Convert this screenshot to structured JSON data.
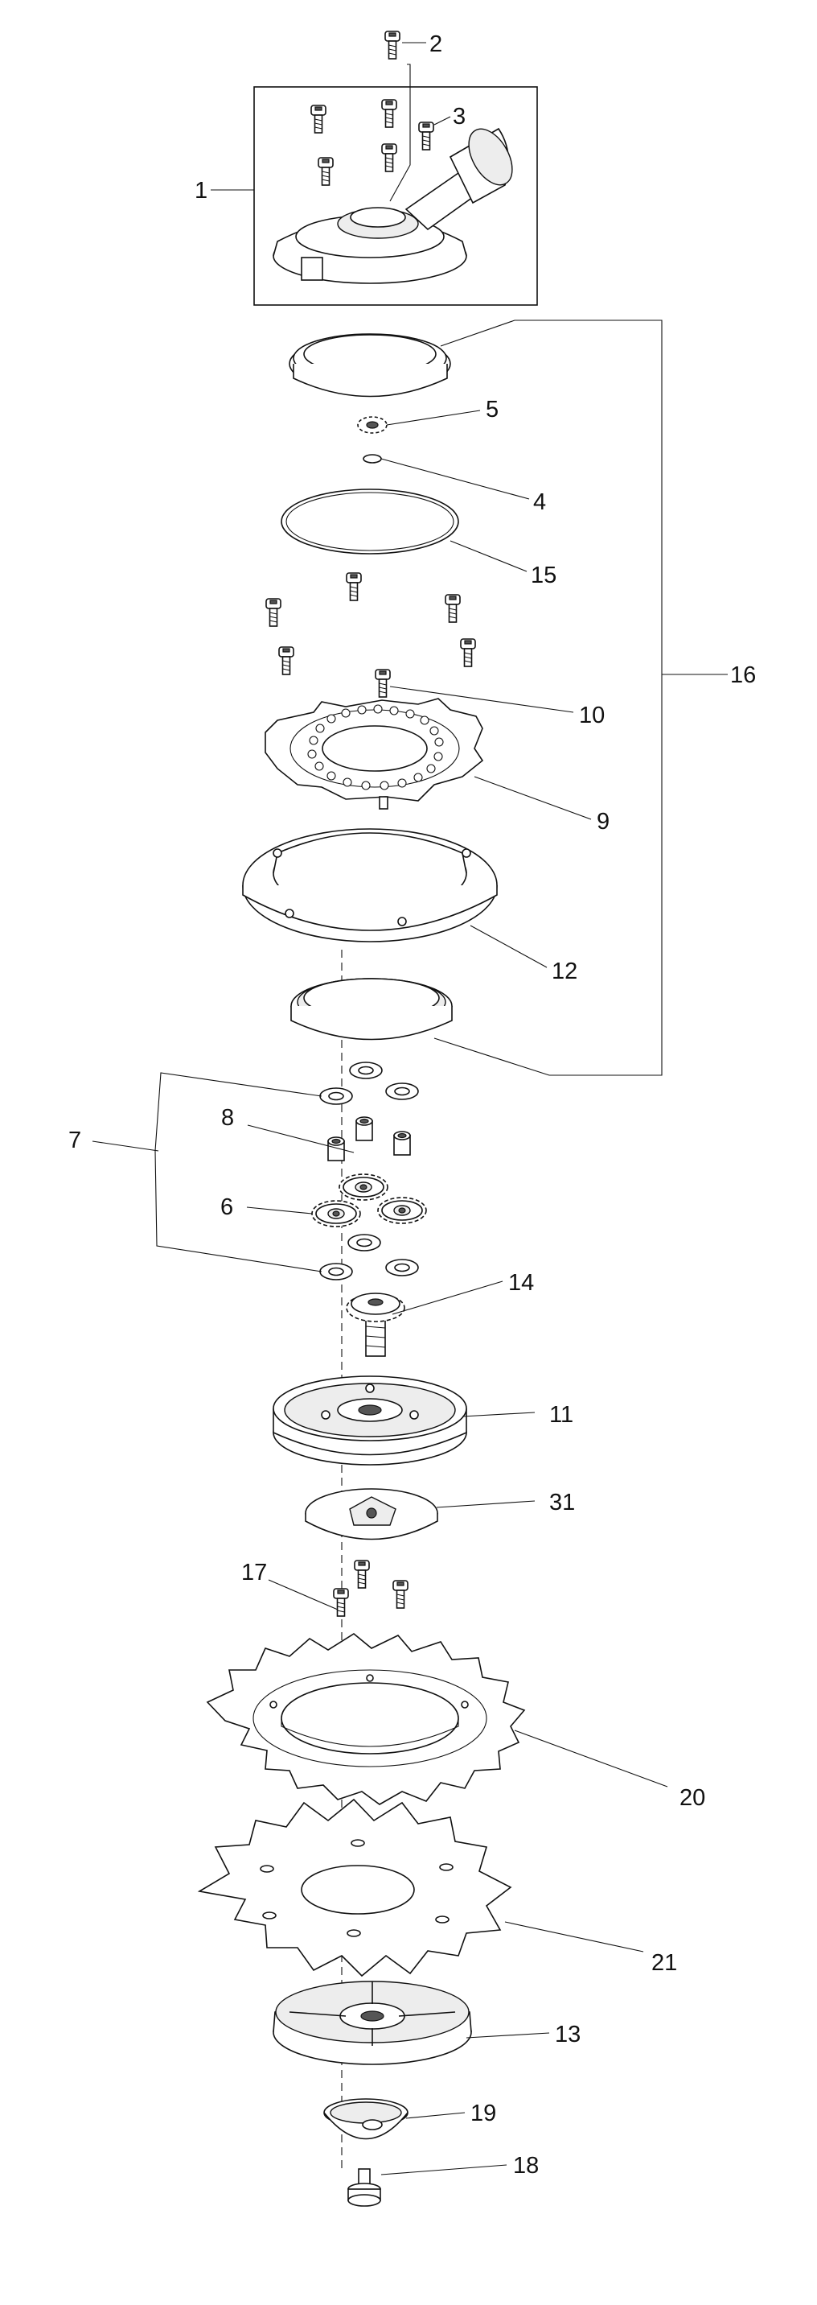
{
  "labels": {
    "p1": "1",
    "p2": "2",
    "p3": "3",
    "p4": "4",
    "p5": "5",
    "p6": "6",
    "p7": "7",
    "p8": "8",
    "p9": "9",
    "p10": "10",
    "p11": "11",
    "p12": "12",
    "p13": "13",
    "p14": "14",
    "p15": "15",
    "p16": "16",
    "p17": "17",
    "p18": "18",
    "p19": "19",
    "p20": "20",
    "p21": "21",
    "p31": "31"
  }
}
